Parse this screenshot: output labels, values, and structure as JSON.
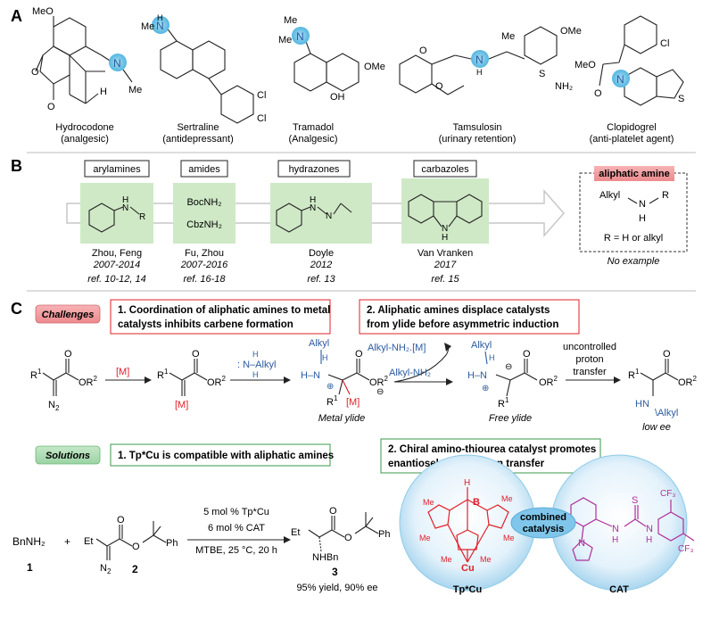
{
  "panel_labels": [
    "A",
    "B",
    "C"
  ],
  "panel_a": {
    "drugs": [
      {
        "name": "Hydrocodone",
        "use": "(analgesic)"
      },
      {
        "name": "Sertraline",
        "use": "(antidepressant)"
      },
      {
        "name": "Tramadol",
        "use": "(Analgesic)"
      },
      {
        "name": "Tamsulosin",
        "use": "(urinary retention)"
      },
      {
        "name": "Clopidogrel",
        "use": "(anti-platelet agent)"
      }
    ],
    "atoms": {
      "ome": "OMe",
      "me": "Me",
      "n": "N",
      "h": "H",
      "o": "O",
      "cl": "Cl",
      "oh": "OH",
      "s": "S",
      "nh2": "NH₂",
      "meo": "MeO"
    }
  },
  "panel_b": {
    "categories": [
      {
        "label": "arylamines",
        "authors": "Zhou, Feng",
        "years": "2007-2014",
        "refs": "ref. 10-12, 14"
      },
      {
        "label": "amides",
        "authors": "Fu, Zhou",
        "years": "2007-2016",
        "refs": "ref. 16-18"
      },
      {
        "label": "hydrazones",
        "authors": "Doyle",
        "years": "2012",
        "refs": "ref. 13"
      },
      {
        "label": "carbazoles",
        "authors": "Van Vranken",
        "years": "2017",
        "refs": "ref. 15"
      }
    ],
    "amide_lines": [
      "BocNH₂",
      "CbzNH₂"
    ],
    "aliphatic": {
      "title": "aliphatic amine",
      "alkyl": "Alkyl",
      "r": "R",
      "rdef": "R = H or alkyl",
      "note": "No example"
    }
  },
  "panel_c": {
    "challenges_tag": "Challenges",
    "solutions_tag": "Solutions",
    "challenge_1": [
      "1. Coordination of aliphatic amines to metal",
      "catalysts inhibits carbene formation"
    ],
    "challenge_2": [
      "2.  Aliphatic  amines  displace  catalysts",
      "from ylide before asymmetric induction"
    ],
    "solution_1": "1. Tp*Cu is compatible with aliphatic amines",
    "solution_2": [
      "2. Chiral amino-thiourea catalyst promotes",
      "enantioselective proton transfer"
    ],
    "scheme": {
      "metal": "[M]",
      "amine": ": N–Alkyl",
      "metal_ylide": "Metal ylide",
      "free_ylide": "Free ylide",
      "released": "Alkyl-NH₂.[M]",
      "amine_in": "Alkyl-NH₂",
      "uncontrolled": [
        "uncontrolled",
        "proton",
        "transfer"
      ],
      "low_ee": "low ee"
    },
    "reaction": {
      "reagent1": "BnNH₂",
      "num1": "1",
      "num2": "2",
      "num3": "3",
      "cond1": "5 mol % Tp*Cu",
      "cond2": "6 mol % CAT",
      "cond3": "MTBE, 25 °C, 20 h",
      "yield": "95% yield, 90% ee",
      "nhbn": "NHBn",
      "et": "Et"
    },
    "catalysts": {
      "left": "Tp*Cu",
      "right": "CAT",
      "combined": [
        "combined",
        "catalysis"
      ],
      "cf3": "CF₃"
    }
  }
}
